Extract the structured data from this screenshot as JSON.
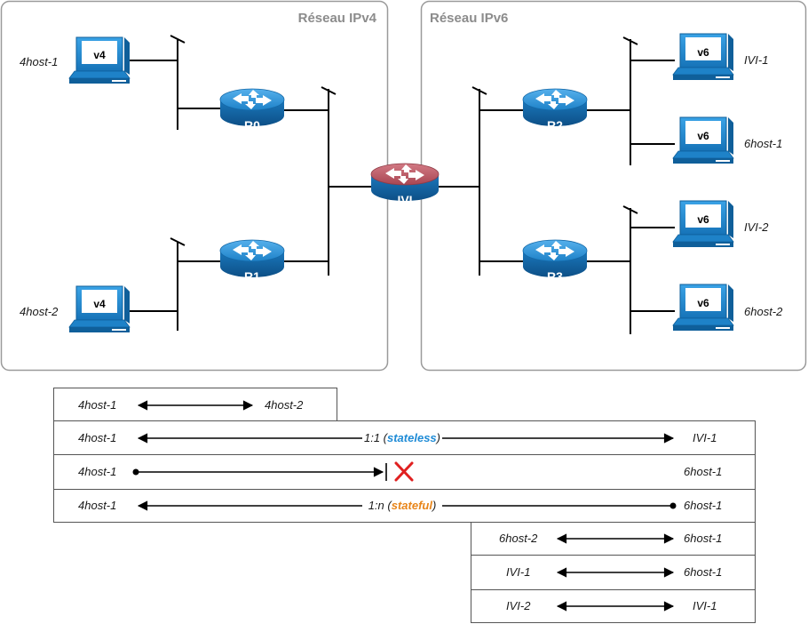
{
  "zones": {
    "ipv4": "Réseau IPv4",
    "ipv6": "Réseau IPv6"
  },
  "routers": {
    "r0": "R0",
    "r1": "R1",
    "r2": "R2",
    "r3": "R3",
    "ivi": "IVI"
  },
  "hosts": {
    "h4_1": {
      "label": "4host-1",
      "badge": "v4"
    },
    "h4_2": {
      "label": "4host-2",
      "badge": "v4"
    },
    "ivi1": {
      "label": "IVI-1",
      "badge": "v6"
    },
    "h6_1": {
      "label": "6host-1",
      "badge": "v6"
    },
    "ivi2": {
      "label": "IVI-2",
      "badge": "v6"
    },
    "h6_2": {
      "label": "6host-2",
      "badge": "v6"
    }
  },
  "colors": {
    "stateless": "#1e8bd6",
    "stateful": "#e8851a",
    "blocked": "#e02020",
    "ivi_router": "#b14c58",
    "router": "#1e82c8"
  },
  "table": {
    "rows": [
      {
        "left": "4host-1",
        "right": "4host-2"
      },
      {
        "left": "4host-1",
        "right": "IVI-1",
        "mid_prefix": "1:1 (",
        "mid_mode": "stateless",
        "mid_suffix": ")"
      },
      {
        "left": "4host-1",
        "right": "6host-1"
      },
      {
        "left": "4host-1",
        "right": "6host-1",
        "mid_prefix": "1:n (",
        "mid_mode": "stateful",
        "mid_suffix": ")"
      },
      {
        "left": "6host-2",
        "right": "6host-1"
      },
      {
        "left": "IVI-1",
        "right": "6host-1"
      },
      {
        "left": "IVI-2",
        "right": "IVI-1"
      }
    ]
  }
}
